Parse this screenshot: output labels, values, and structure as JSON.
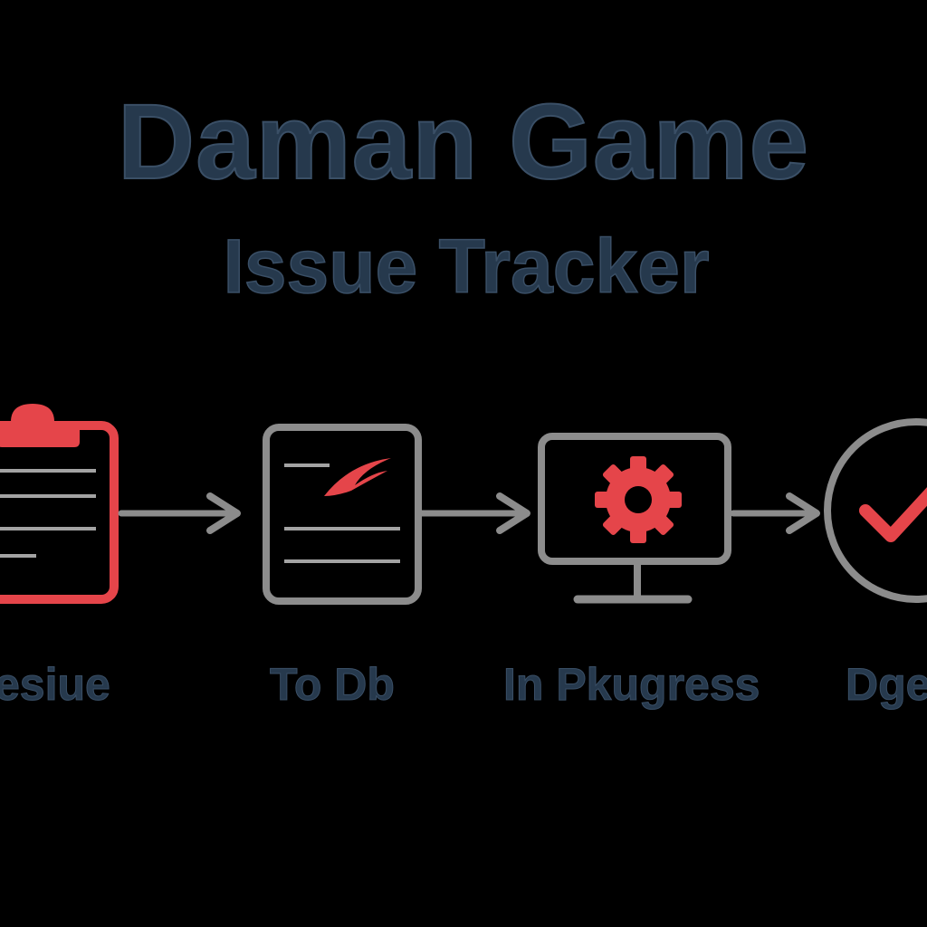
{
  "title": "Daman Game",
  "subtitle": "Issue Tracker",
  "colors": {
    "background": "#000000",
    "text": "#26394d",
    "accent_red": "#e5454a",
    "outline_gray": "#8c8c8c"
  },
  "stages": [
    {
      "label": "esiue",
      "icon": "clipboard-icon"
    },
    {
      "label": "To Db",
      "icon": "document-icon"
    },
    {
      "label": "In Pkugress",
      "icon": "monitor-gear-icon"
    },
    {
      "label": "Dge",
      "icon": "checkmark-circle-icon"
    }
  ],
  "connectors": [
    "arrow-right-icon",
    "arrow-right-icon",
    "arrow-right-icon"
  ]
}
